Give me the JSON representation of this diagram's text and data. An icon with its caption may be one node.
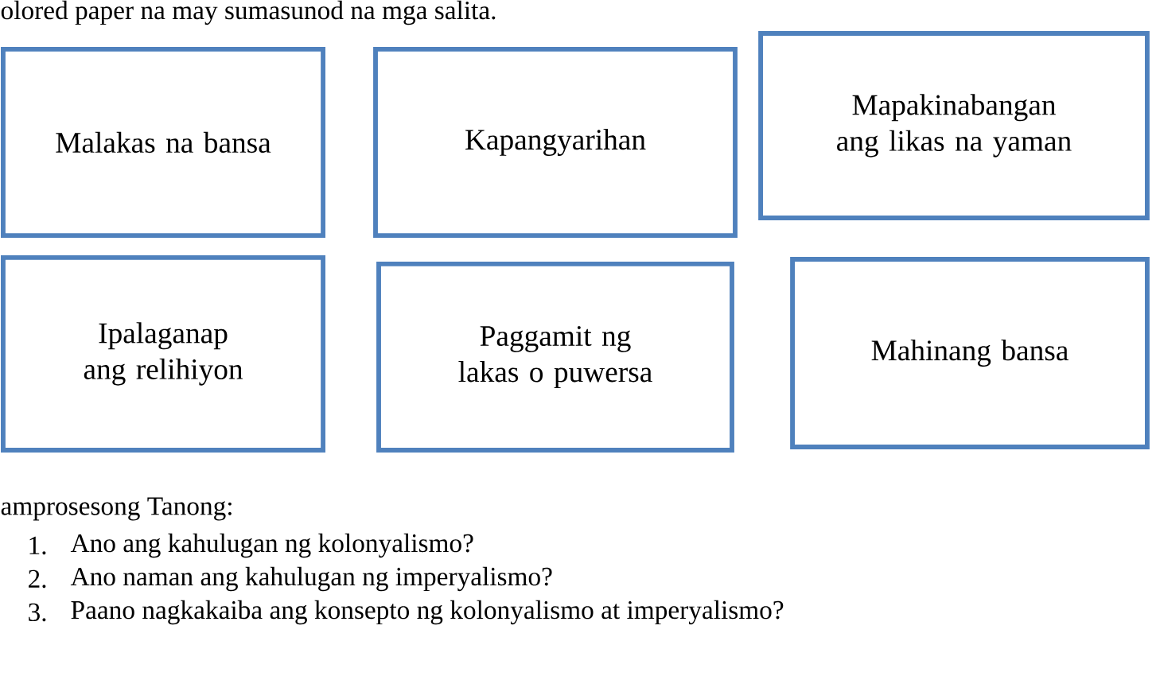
{
  "diagram": {
    "nodes": [
      {
        "text": [
          "Malakas na bansa"
        ]
      },
      {
        "text": [
          "Kapangyarihan"
        ]
      },
      {
        "text": [
          "Mapakinabangan ang likas na yaman"
        ]
      },
      {
        "text": [
          "Ipalaganap ang relihiyon"
        ]
      },
      {
        "text": [
          "Paggamit ng lakas o puwersa"
        ]
      },
      {
        "text": [
          "Mahinang bansa"
        ]
      }
    ],
    "labels": [
      "olored paper na may sumasunod na mga salita.",
      "amprosesong Tanong:",
      "1.",
      "Ano ang kahulugan ng kolonyalismo?",
      "2.",
      "Ano naman ang kahulugan ng imperyalismo?",
      "3.",
      "Paano nagkakaiba ang konsepto ng kolonyalismo at imperyalismo?"
    ]
  }
}
